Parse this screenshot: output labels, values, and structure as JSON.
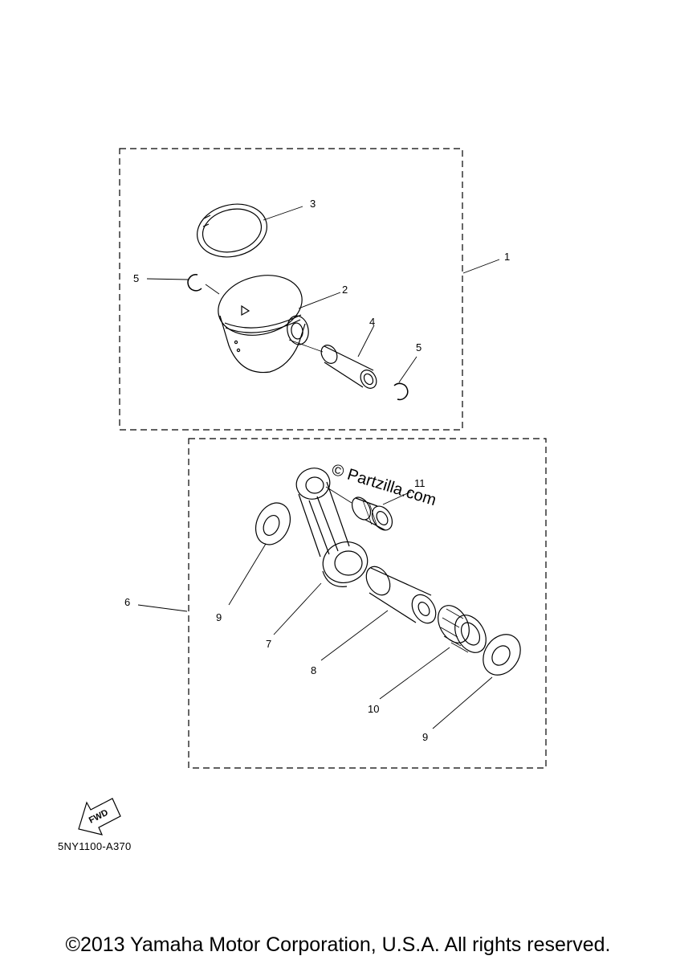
{
  "diagram": {
    "watermark": "© Partzilla.com",
    "fwd_label": "FWD",
    "diagram_code": "5NY1100-A370",
    "copyright": "©2013 Yamaha Motor Corporation, U.S.A. All rights reserved.",
    "callouts": {
      "c1": "1",
      "c2": "2",
      "c3": "3",
      "c4": "4",
      "c5a": "5",
      "c5b": "5",
      "c6": "6",
      "c7": "7",
      "c8": "8",
      "c9a": "9",
      "c9b": "9",
      "c10": "10",
      "c11": "11"
    }
  }
}
